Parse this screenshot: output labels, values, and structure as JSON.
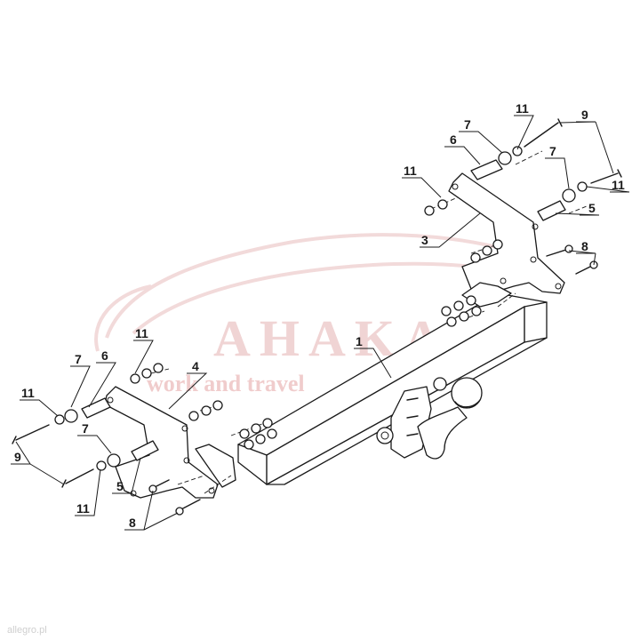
{
  "watermark": {
    "brand": "AHAKA",
    "tagline": "work and travel"
  },
  "footer": {
    "source": "allegro.pl"
  },
  "callouts": [
    {
      "id": "c1",
      "label": "1"
    },
    {
      "id": "c3",
      "label": "3"
    },
    {
      "id": "c4",
      "label": "4"
    },
    {
      "id": "c5a",
      "label": "5"
    },
    {
      "id": "c5b",
      "label": "5"
    },
    {
      "id": "c6a",
      "label": "6"
    },
    {
      "id": "c6b",
      "label": "6"
    },
    {
      "id": "c7a",
      "label": "7"
    },
    {
      "id": "c7b",
      "label": "7"
    },
    {
      "id": "c7c",
      "label": "7"
    },
    {
      "id": "c7d",
      "label": "7"
    },
    {
      "id": "c8a",
      "label": "8"
    },
    {
      "id": "c8b",
      "label": "8"
    },
    {
      "id": "c9a",
      "label": "9"
    },
    {
      "id": "c9b",
      "label": "9"
    },
    {
      "id": "c11a",
      "label": "11"
    },
    {
      "id": "c11b",
      "label": "11"
    },
    {
      "id": "c11c",
      "label": "11"
    },
    {
      "id": "c11d",
      "label": "11"
    },
    {
      "id": "c11e",
      "label": "11"
    },
    {
      "id": "c11f",
      "label": "11"
    }
  ]
}
